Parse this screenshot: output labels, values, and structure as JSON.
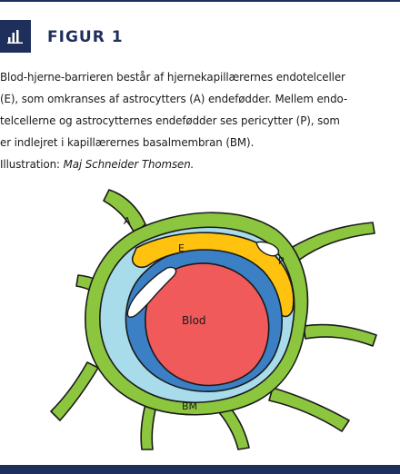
{
  "header": {
    "title": "FIGUR 1",
    "icon": "bar-chart-icon",
    "accent_color": "#1f2f5c"
  },
  "caption": {
    "lines": [
      "Blod-hjerne-barrieren består af hjernekapillærernes endotelceller",
      "(E), som omkranses af astrocytters (A) endefødder. Mellem endo-",
      "telcellerne og astrocytternes endefødder ses pericytter (P), som",
      "er indlejret i kapillærernes basalmembran (BM)."
    ],
    "credit_prefix": "Illustration: ",
    "credit_name": "Maj Schneider Thomsen."
  },
  "diagram": {
    "labels": {
      "astrocyte": "A",
      "endothelium": "E",
      "pericyte": "P",
      "blood": "Blod",
      "basement_membrane": "BM"
    },
    "colors": {
      "astrocyte": "#8cc63f",
      "basement_membrane": "#a8dcea",
      "pericyte": "#ffc20e",
      "endothelium": "#3b7fc4",
      "blood": "#f05a5a",
      "outline": "#1a1a1a"
    }
  }
}
